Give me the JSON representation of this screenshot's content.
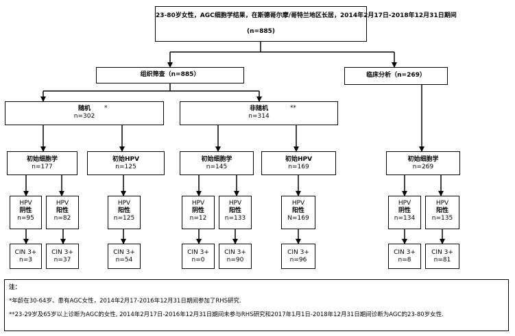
{
  "root": {
    "line1": "23-80岁女性，AGC细胞学结果，在斯德哥尔摩/哥特兰地区长居，2014年2月17日-2018年12月31日期间",
    "line2": "(n=885)"
  },
  "tissue_screening": "组织筛查（n=885）",
  "clinical_analysis": "临床分析（n=269）",
  "random": {
    "label": "随机",
    "n": "n=302",
    "mark": "*"
  },
  "nonrandom": {
    "label": "非随机",
    "n": "n=314",
    "mark": "**"
  },
  "primary": [
    {
      "label": "初始细胞学",
      "n": "n=177"
    },
    {
      "label": "初始HPV",
      "n": "n=125"
    },
    {
      "label": "初始细胞学",
      "n": "n=145"
    },
    {
      "label": "初始HPV",
      "n": "n=169"
    },
    {
      "label": "初始细胞学",
      "n": "n=269"
    }
  ],
  "hpv": [
    {
      "l1": "HPV",
      "l2": "阴性",
      "n": "n=95"
    },
    {
      "l1": "HPV",
      "l2": "阳性",
      "n": "n=82"
    },
    {
      "l1": "HPV",
      "l2": "阳性",
      "n": "n=125"
    },
    {
      "l1": "HPV",
      "l2": "阴性",
      "n": "n=12"
    },
    {
      "l1": "HPV",
      "l2": "阳性",
      "n": "n=133"
    },
    {
      "l1": "HPV",
      "l2": "阳性",
      "n": "N=169"
    },
    {
      "l1": "HPV",
      "l2": "阴性",
      "n": "n=134"
    },
    {
      "l1": "HPV",
      "l2": "阳性",
      "n": "n=135"
    }
  ],
  "cin": [
    {
      "l1": "CIN 3+",
      "n": "n=3"
    },
    {
      "l1": "CIN 3+",
      "n": "n=37"
    },
    {
      "l1": "CIN 3+",
      "n": "n=54"
    },
    {
      "l1": "CIN 3+",
      "n": "n=0"
    },
    {
      "l1": "CIN 3+",
      "n": "n=90"
    },
    {
      "l1": "CIN 3+",
      "n": "n=96"
    },
    {
      "l1": "CIN 3+",
      "n": "n=8"
    },
    {
      "l1": "CIN 3+",
      "n": "n=81"
    }
  ],
  "notes": {
    "title": "注：",
    "note1": "*年龄在30-64岁、患有AGC女性，2014年2月17-2016年12月31日期间参加了RHS研究.",
    "note2": "**23-29岁及65岁以上诊断为AGC的女性, 2014年2月17日-2016年12月31日期间未参与RHS研究和2017年1月1日-2018年12月31日期间诊断为AGC的23-80岁女性."
  }
}
